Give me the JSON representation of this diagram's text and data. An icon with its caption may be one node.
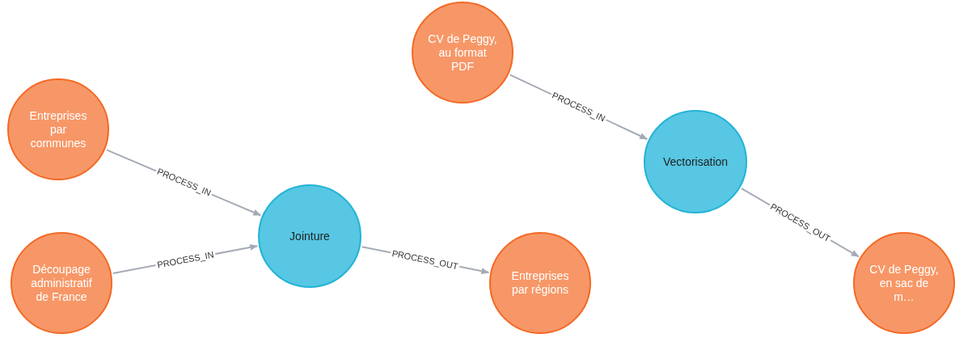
{
  "diagram": {
    "nodes": [
      {
        "text": [
          "CV de Peggy, au format PDF"
        ]
      },
      {
        "text": [
          "Entreprises par communes"
        ]
      },
      {
        "text": [
          "Vectorisation"
        ]
      },
      {
        "text": [
          "Jointure"
        ]
      },
      {
        "text": [
          "Découpage administratif de France"
        ]
      },
      {
        "text": [
          "Entreprises par régions"
        ]
      },
      {
        "text": [
          "CV de Peggy, en sac de m…"
        ]
      }
    ],
    "edges": [
      {
        "from": 1,
        "to": 3,
        "arrow": "to",
        "label": "PROCESS_IN"
      },
      {
        "from": 4,
        "to": 3,
        "arrow": "to",
        "label": "PROCESS_IN"
      },
      {
        "from": 3,
        "to": 5,
        "arrow": "to",
        "label": "PROCESS_OUT"
      },
      {
        "from": 0,
        "to": 2,
        "arrow": "to",
        "label": "PROCESS_IN"
      },
      {
        "from": 2,
        "to": 6,
        "arrow": "to",
        "label": "PROCESS_OUT"
      }
    ]
  }
}
